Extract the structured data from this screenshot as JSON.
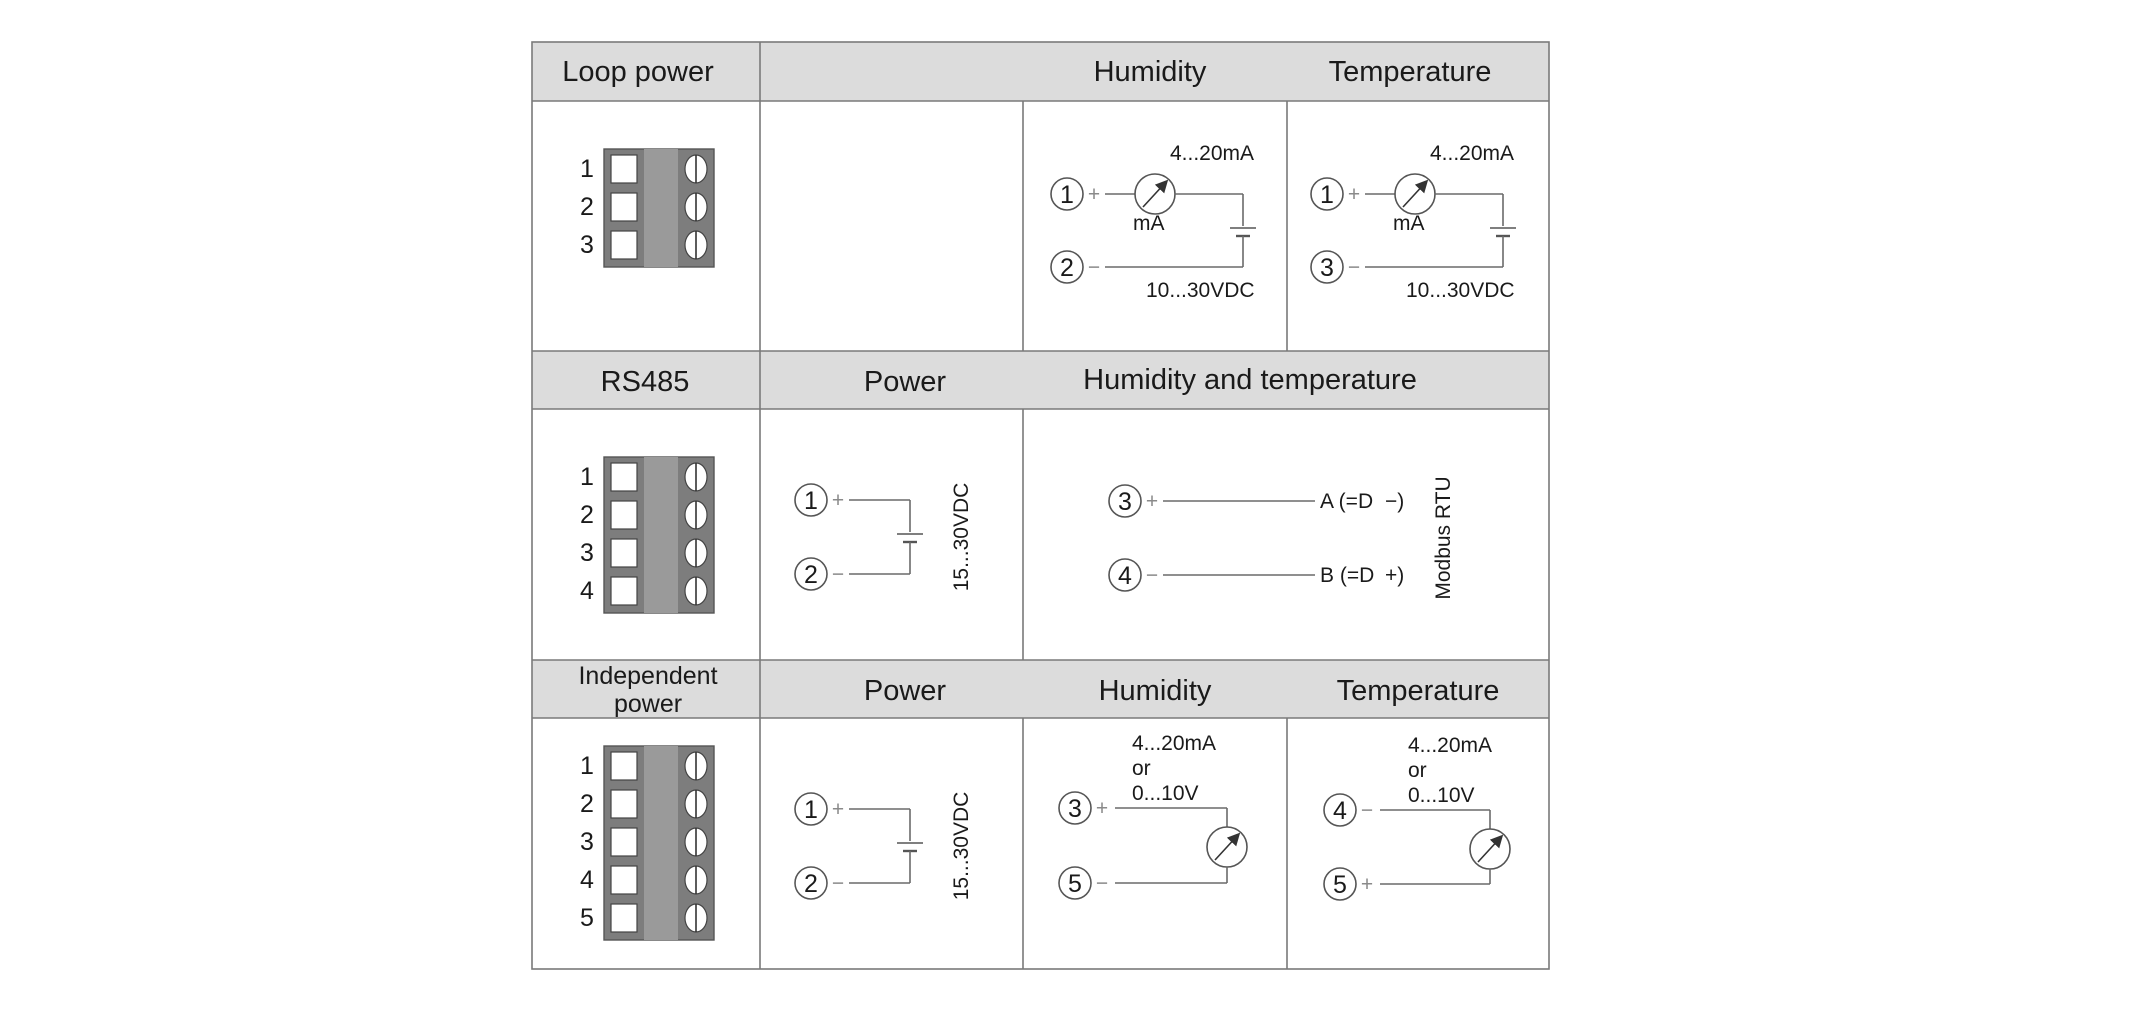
{
  "sections": [
    {
      "id": "loop",
      "headers": [
        "Loop power",
        "",
        "Humidity",
        "Temperature"
      ],
      "pins": [
        "1",
        "2",
        "3"
      ]
    },
    {
      "id": "rs485",
      "headers": [
        "RS485",
        "Power",
        "Humidity and temperature"
      ],
      "pins": [
        "1",
        "2",
        "3",
        "4"
      ]
    },
    {
      "id": "independent",
      "headers": [
        "Independent",
        "power",
        "Power",
        "Humidity",
        "Temperature"
      ],
      "pins": [
        "1",
        "2",
        "3",
        "4",
        "5"
      ]
    }
  ],
  "loop_humidity": {
    "pin_top": "1",
    "sign_top": "+",
    "pin_bottom": "2",
    "sign_bottom": "−",
    "current": "4...20mA",
    "meter_unit": "mA",
    "supply": "10...30VDC"
  },
  "loop_temperature": {
    "pin_top": "1",
    "sign_top": "+",
    "pin_bottom": "3",
    "sign_bottom": "−",
    "current": "4...20mA",
    "meter_unit": "mA",
    "supply": "10...30VDC"
  },
  "rs485_power": {
    "pin_top": "1",
    "sign_top": "+",
    "pin_bottom": "2",
    "sign_bottom": "−",
    "supply": "15...30VDC"
  },
  "rs485_data": {
    "pin_a": "3",
    "sign_a": "+",
    "label_a": "A (=D",
    "pin_b": "4",
    "sign_b": "−",
    "label_b": "B (=D",
    "suffix_a": "−)",
    "suffix_b": "+)",
    "protocol": "Modbus RTU"
  },
  "ind_power": {
    "pin_top": "1",
    "sign_top": "+",
    "pin_bottom": "2",
    "sign_bottom": "−",
    "supply": "15...30VDC"
  },
  "ind_humidity": {
    "pin_top": "3",
    "sign_top": "+",
    "pin_bottom": "5",
    "sign_bottom": "−",
    "line1": "4...20mA",
    "line2": "or",
    "line3": "0...10V"
  },
  "ind_temperature": {
    "pin_top": "4",
    "sign_top": "−",
    "pin_bottom": "5",
    "sign_bottom": "+",
    "line1": "4...20mA",
    "line2": "or",
    "line3": "0...10V"
  }
}
